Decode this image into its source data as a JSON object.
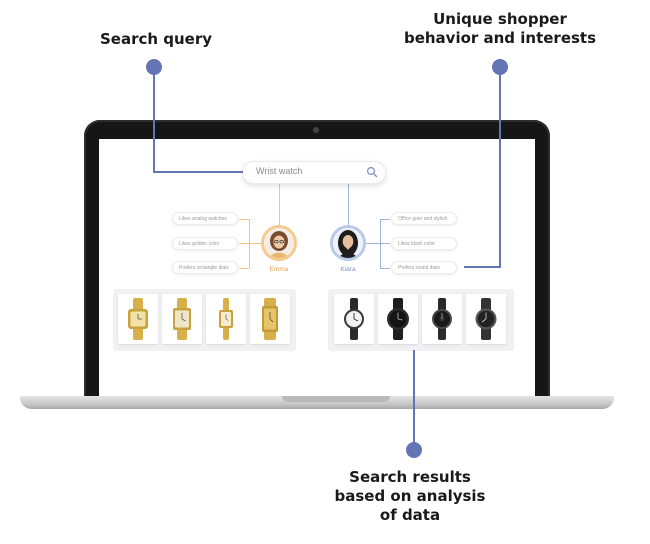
{
  "callouts": {
    "search_query": "Search query",
    "shopper_line1": "Unique shopper",
    "shopper_line2": "behavior and interests",
    "results_line1": "Search results",
    "results_line2": "based on analysis",
    "results_line3": "of data"
  },
  "colors": {
    "callout_dot": "#6475b5",
    "emma_accent": "#e7a24c",
    "kiara_accent": "#7d8fc2",
    "gold_watch": "#d8b04a",
    "black_watch": "#2a2a2a"
  },
  "search": {
    "value": "Wrist watch",
    "icon": "search-icon"
  },
  "shoppers": [
    {
      "name": "Emma",
      "interests": [
        "Likes analog watches",
        "Likes golden color",
        "Prefers rectangle dials"
      ]
    },
    {
      "name": "Kiara",
      "interests": [
        "Office goer and stylish",
        "Likes black color",
        "Prefers round dials"
      ]
    }
  ],
  "results": {
    "emma": [
      "gold-watch-square",
      "gold-watch-rectangle",
      "gold-watch-small",
      "gold-watch-tall"
    ],
    "kiara": [
      "black-watch-round",
      "black-watch-smart",
      "black-watch-minimal",
      "black-watch-classic"
    ]
  }
}
